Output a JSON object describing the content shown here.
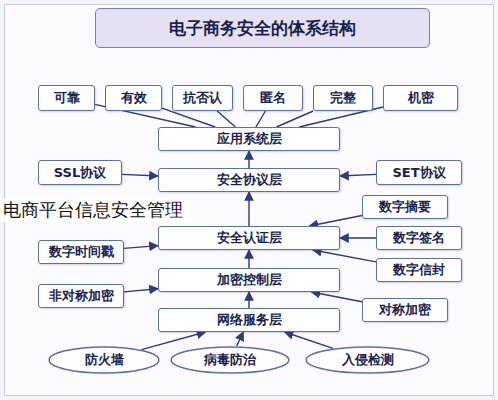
{
  "diagram": {
    "title": "电子商务安全的体系结构",
    "nodes": [
      {
        "text": [
          "可靠"
        ]
      },
      {
        "text": [
          "有效"
        ]
      },
      {
        "text": [
          "抗否认"
        ]
      },
      {
        "text": [
          "匿名"
        ]
      },
      {
        "text": [
          "完整"
        ]
      },
      {
        "text": [
          "机密"
        ]
      },
      {
        "text": [
          "应用系统层"
        ]
      },
      {
        "text": [
          "SSL协议"
        ]
      },
      {
        "text": [
          "安全协议层"
        ]
      },
      {
        "text": [
          "SET协议"
        ]
      },
      {
        "text": [
          "数字摘要"
        ]
      },
      {
        "text": [
          "数字时间戳"
        ]
      },
      {
        "text": [
          "安全认证层"
        ]
      },
      {
        "text": [
          "数字签名"
        ]
      },
      {
        "text": [
          "数字信封"
        ]
      },
      {
        "text": [
          "非对称加密"
        ]
      },
      {
        "text": [
          "加密控制层"
        ]
      },
      {
        "text": [
          "对称加密"
        ]
      },
      {
        "text": [
          "网络服务层"
        ]
      },
      {
        "text": [
          "防火墙"
        ]
      },
      {
        "text": [
          "病毒防治"
        ]
      },
      {
        "text": [
          "入侵检测"
        ]
      }
    ],
    "edges": [
      {
        "from": 6,
        "to": 0,
        "arrow": "none"
      },
      {
        "from": 6,
        "to": 1,
        "arrow": "none"
      },
      {
        "from": 6,
        "to": 2,
        "arrow": "none"
      },
      {
        "from": 6,
        "to": 3,
        "arrow": "none"
      },
      {
        "from": 6,
        "to": 4,
        "arrow": "none"
      },
      {
        "from": 6,
        "to": 5,
        "arrow": "none"
      },
      {
        "from": 8,
        "to": 6,
        "arrow": "to"
      },
      {
        "from": 12,
        "to": 8,
        "arrow": "to"
      },
      {
        "from": 16,
        "to": 12,
        "arrow": "to"
      },
      {
        "from": 18,
        "to": 16,
        "arrow": "to"
      },
      {
        "from": 7,
        "to": 8,
        "arrow": "to"
      },
      {
        "from": 9,
        "to": 8,
        "arrow": "to"
      },
      {
        "from": 11,
        "to": 12,
        "arrow": "to"
      },
      {
        "from": 10,
        "to": 12,
        "arrow": "to"
      },
      {
        "from": 13,
        "to": 12,
        "arrow": "to"
      },
      {
        "from": 14,
        "to": 12,
        "arrow": "to"
      },
      {
        "from": 15,
        "to": 16,
        "arrow": "to"
      },
      {
        "from": 17,
        "to": 16,
        "arrow": "to"
      },
      {
        "from": 19,
        "to": 18,
        "arrow": "to"
      },
      {
        "from": 20,
        "to": 18,
        "arrow": "to"
      },
      {
        "from": 21,
        "to": 18,
        "arrow": "to"
      }
    ],
    "labels": [
      "电商平台信息安全管理"
    ]
  }
}
